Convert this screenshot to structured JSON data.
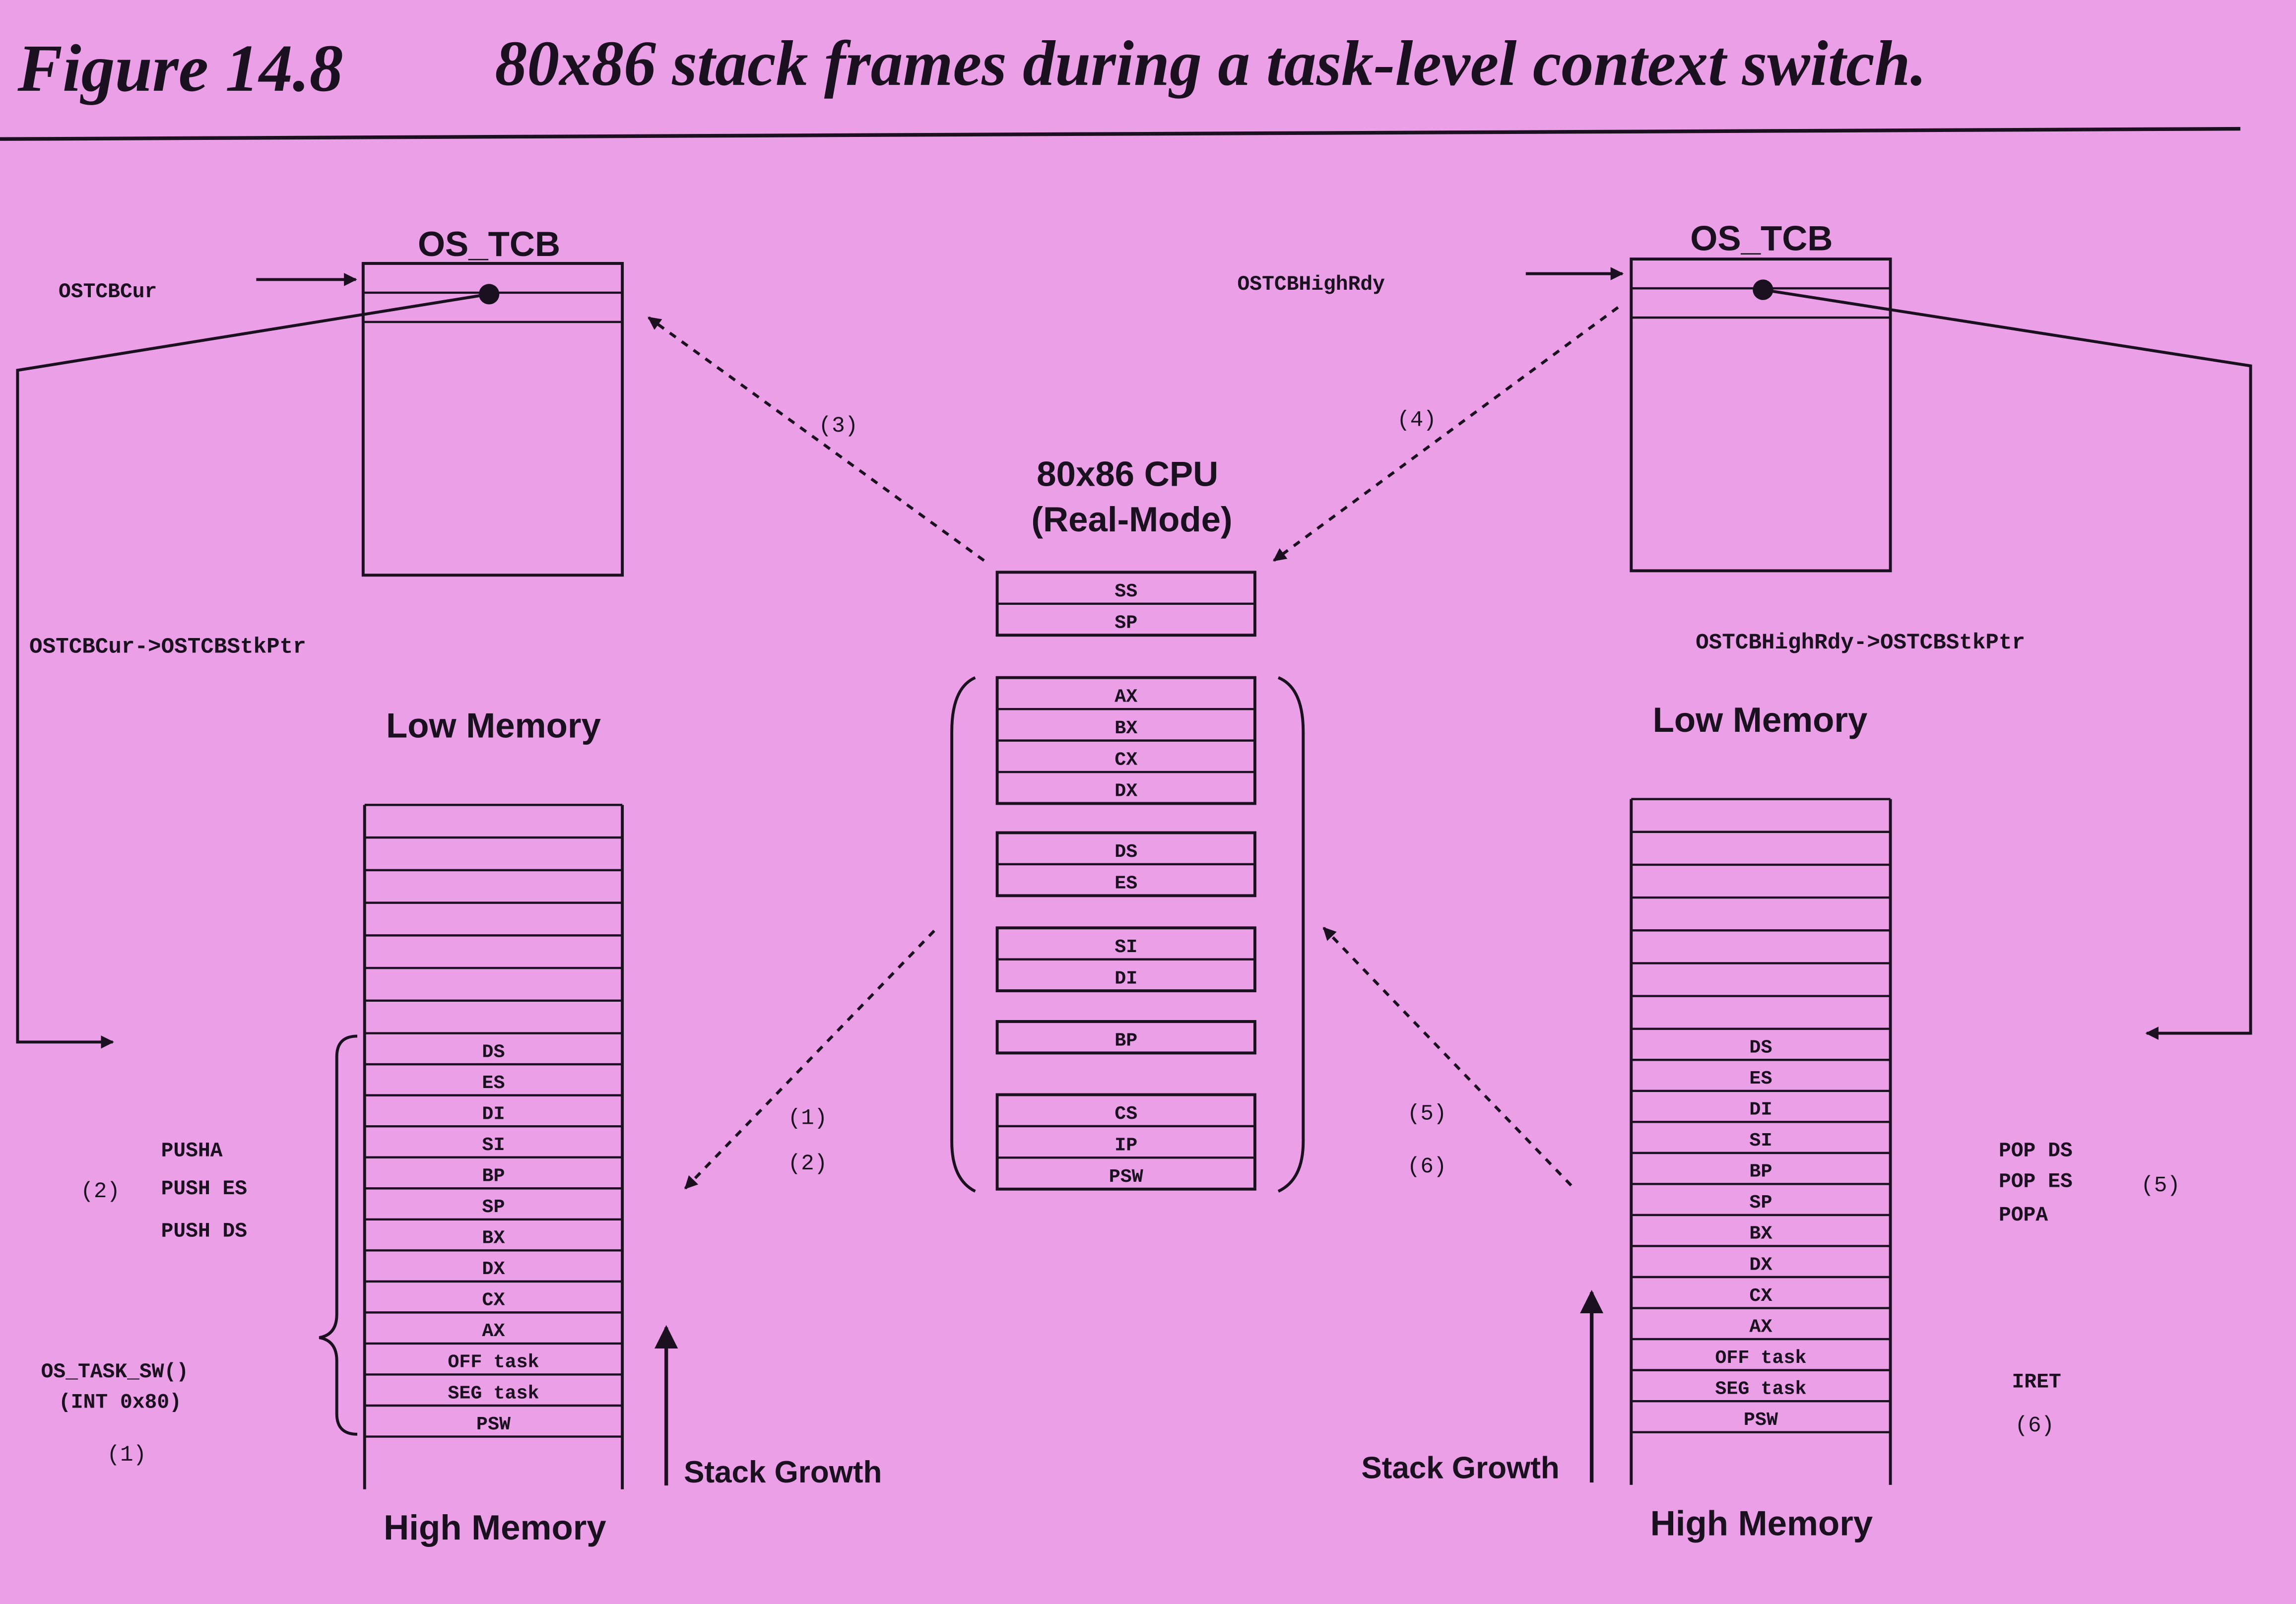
{
  "title": {
    "figure_number": "Figure 14.8",
    "caption": "80x86 stack frames during a task-level context switch."
  },
  "colors": {
    "background": "#ea9fe6",
    "box_fill": "#f2b8ee",
    "ink": "#1a1020"
  },
  "left": {
    "tcb_title": "OS_TCB",
    "tcb_pointer": "OSTCBCur",
    "stk_ptr_label": "OSTCBCur->OSTCBStkPtr",
    "low_memory": "Low Memory",
    "high_memory": "High Memory",
    "stack_growth": "Stack Growth",
    "stack": [
      "DS",
      "ES",
      "DI",
      "SI",
      "BP",
      "SP",
      "BX",
      "DX",
      "CX",
      "AX",
      "OFF task",
      "SEG task",
      "PSW"
    ],
    "instructions": [
      "PUSHA",
      "PUSH ES",
      "PUSH DS"
    ],
    "instructions_step": "(2)",
    "sw_call": "OS_TASK_SW()",
    "sw_int": "(INT 0x80)",
    "sw_step": "(1)"
  },
  "right": {
    "tcb_title": "OS_TCB",
    "tcb_pointer": "OSTCBHighRdy",
    "stk_ptr_label": "OSTCBHighRdy->OSTCBStkPtr",
    "low_memory": "Low Memory",
    "high_memory": "High Memory",
    "stack_growth": "Stack Growth",
    "stack": [
      "DS",
      "ES",
      "DI",
      "SI",
      "BP",
      "SP",
      "BX",
      "DX",
      "CX",
      "AX",
      "OFF task",
      "SEG task",
      "PSW"
    ],
    "instructions": [
      "POP DS",
      "POP ES",
      "POPA"
    ],
    "instructions_step": "(5)",
    "iret": "IRET",
    "iret_step": "(6)"
  },
  "cpu": {
    "title_line1": "80x86 CPU",
    "title_line2": "(Real-Mode)",
    "groups": [
      [
        "SS",
        "SP"
      ],
      [
        "AX",
        "BX",
        "CX",
        "DX"
      ],
      [
        "DS",
        "ES"
      ],
      [
        "SI",
        "DI"
      ],
      [
        "BP"
      ],
      [
        "CS",
        "IP",
        "PSW"
      ]
    ]
  },
  "arrow_steps": {
    "to_left_tcb": "(3)",
    "from_right_tcb": "(4)",
    "to_left_stack": [
      "(1)",
      "(2)"
    ],
    "from_right_stack": [
      "(5)",
      "(6)"
    ]
  }
}
